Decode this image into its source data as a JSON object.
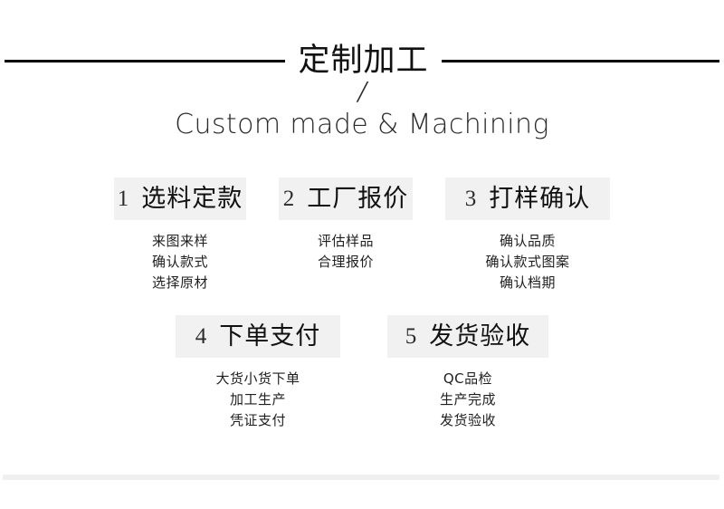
{
  "header": {
    "title_cn": "定制加工",
    "separator": "/",
    "subtitle_en": "Custom made & Machining"
  },
  "steps": {
    "row1": [
      {
        "number": "1",
        "title": "选料定款",
        "lines": [
          "来图来样",
          "确认款式",
          "选择原材"
        ]
      },
      {
        "number": "2",
        "title": "工厂报价",
        "lines": [
          "评估样品",
          "合理报价"
        ]
      },
      {
        "number": "3",
        "title": "打样确认",
        "lines": [
          "确认品质",
          "确认款式图案",
          "确认档期"
        ]
      }
    ],
    "row2": [
      {
        "number": "4",
        "title": "下单支付",
        "lines": [
          "大货小货下单",
          "加工生产",
          "凭证支付"
        ]
      },
      {
        "number": "5",
        "title": "发货验收",
        "lines": [
          "QC品检",
          "生产完成",
          "发货验收"
        ]
      }
    ]
  },
  "colors": {
    "background": "#ffffff",
    "box_background": "#f1f1f1",
    "rule": "#000000",
    "text": "#111111",
    "bottom_band": "#f0f0f0"
  }
}
